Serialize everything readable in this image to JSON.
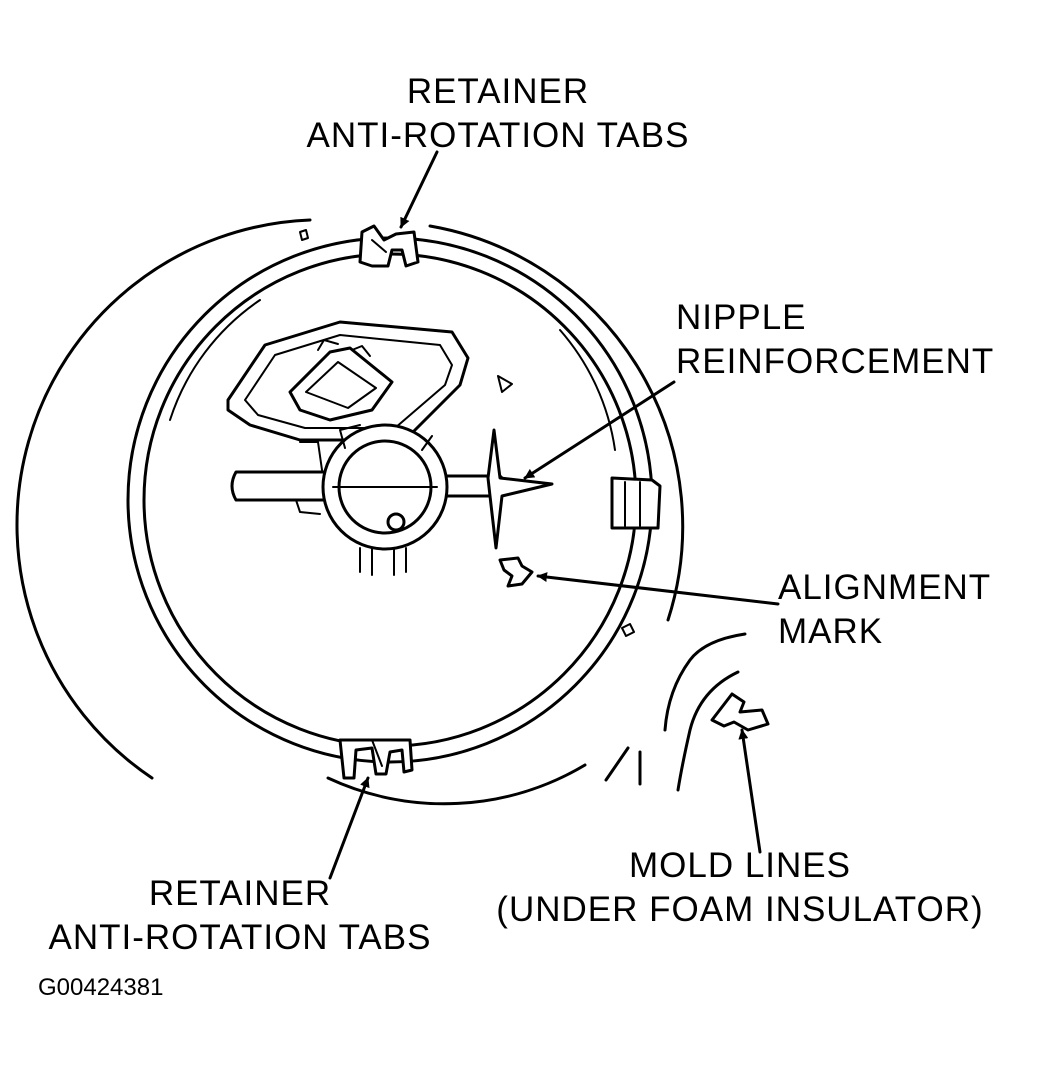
{
  "labels": {
    "top_tabs_line1": "RETAINER",
    "top_tabs_line2": "ANTI-ROTATION TABS",
    "nipple_line1": "NIPPLE",
    "nipple_line2": "REINFORCEMENT",
    "alignment_line1": "ALIGNMENT",
    "alignment_line2": "MARK",
    "bottom_tabs_line1": "RETAINER",
    "bottom_tabs_line2": "ANTI-ROTATION TABS",
    "mold_line1": "MOLD LINES",
    "mold_line2": "(UNDER FOAM INSULATOR)"
  },
  "figure_id": "G00424381"
}
